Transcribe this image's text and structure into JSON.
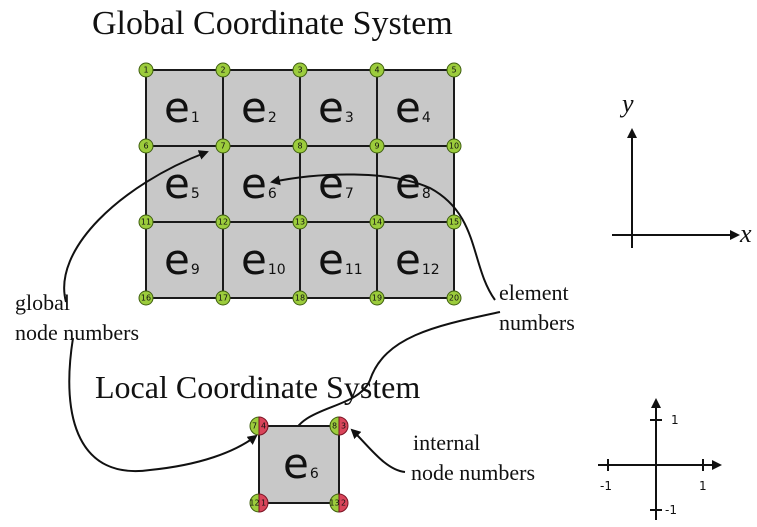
{
  "titles": {
    "global": "Global Coordinate System",
    "local": "Local Coordinate System"
  },
  "grid": {
    "cols": 4,
    "rows": 3,
    "element_letter": "e",
    "elements": [
      "1",
      "2",
      "3",
      "4",
      "5",
      "6",
      "7",
      "8",
      "9",
      "10",
      "11",
      "12"
    ],
    "global_nodes": [
      "1",
      "2",
      "3",
      "4",
      "5",
      "6",
      "7",
      "8",
      "9",
      "10",
      "11",
      "12",
      "13",
      "14",
      "15",
      "16",
      "17",
      "18",
      "19",
      "20"
    ]
  },
  "local_element": {
    "letter": "e",
    "subscript": "6",
    "global_nodes": {
      "top_left": "7",
      "top_right": "8",
      "bottom_left": "12",
      "bottom_right": "13"
    },
    "internal_nodes": {
      "top_left": "4",
      "top_right": "3",
      "bottom_left": "1",
      "bottom_right": "2"
    }
  },
  "annotations": {
    "global_node_numbers_line1": "global",
    "global_node_numbers_line2": "node numbers",
    "element_numbers_line1": "element",
    "element_numbers_line2": "numbers",
    "internal_node_numbers_line1": "internal",
    "internal_node_numbers_line2": "node numbers"
  },
  "global_axes": {
    "x_label": "x",
    "y_label": "y"
  },
  "local_axes": {
    "pos_x": "1",
    "neg_x": "-1",
    "pos_y": "1",
    "neg_y": "-1"
  },
  "colors": {
    "global_node": "#9ccc3c",
    "internal_node": "#d9455a",
    "cell_fill": "#c8c8c8"
  }
}
